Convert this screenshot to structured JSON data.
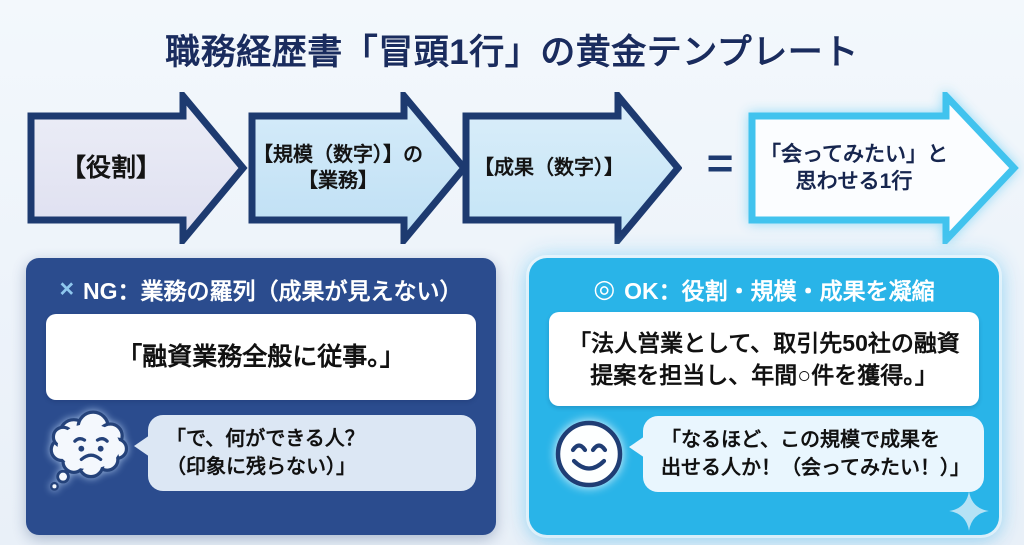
{
  "title": "職務経歴書「冒頭1行」の黄金テンプレート",
  "flow": {
    "steps": [
      {
        "lines": [
          "【役割】"
        ]
      },
      {
        "lines": [
          "【規模（数字）】の",
          "【業務】"
        ]
      },
      {
        "lines": [
          "【成果（数字）】"
        ]
      }
    ],
    "equals_sign": "=",
    "result": {
      "lines": [
        "「会ってみたい」と",
        "思わせる1行"
      ]
    }
  },
  "ng_card": {
    "mark": "×",
    "heading": "NG：業務の羅列（成果が見えない）",
    "quote": "「融資業務全般に従事。」",
    "reaction_lines": [
      "「で、何ができる人？",
      "（印象に残らない）」"
    ]
  },
  "ok_card": {
    "mark": "◎",
    "heading": "OK：役割・規模・成果を凝縮",
    "quote_lines": [
      "「法人営業として、取引先50社の融資",
      "提案を担当し、年間○件を獲得。」"
    ],
    "reaction_lines": [
      "「なるほど、この規模で成果を",
      "出せる人か！（会ってみたい！）」"
    ]
  },
  "colors": {
    "background": "#eef3fa",
    "title_text": "#1a2c5e",
    "arrow_border": "#1d3a70",
    "arrow1_fill": "#e4e5f1",
    "arrow2_fill": "#c9e3f6",
    "arrow3_fill": "#cfe7f7",
    "result_arrow_border": "#41c3ee",
    "result_arrow_fill": "#fbfdff",
    "ng_bg": "#2b4c8e",
    "ng_mark": "#8fc7ee",
    "ng_bubble_bg": "#dce7f4",
    "ok_bg": "#29b4e8",
    "ok_bubble_bg": "#e9f6fe",
    "quote_text": "#111111"
  }
}
